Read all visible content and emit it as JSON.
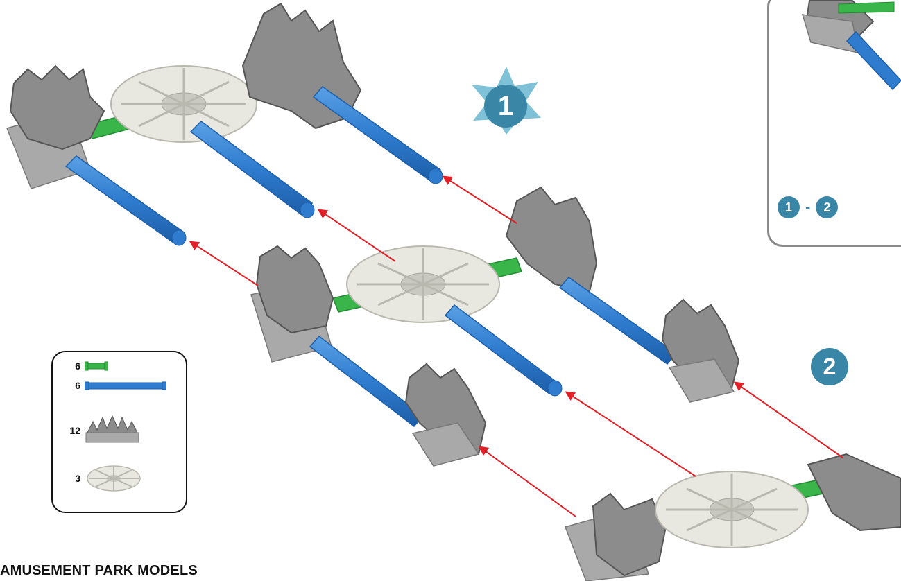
{
  "steps": {
    "first": "1",
    "second": "2"
  },
  "inset": {
    "range_start": "1",
    "range_separator": "-",
    "range_end": "2"
  },
  "parts": [
    {
      "qty": "6",
      "icon": "green-connector-icon"
    },
    {
      "qty": "6",
      "icon": "blue-rod-icon"
    },
    {
      "qty": "12",
      "icon": "gray-edge-connector-icon"
    },
    {
      "qty": "3",
      "icon": "white-wheel-connector-icon"
    }
  ],
  "footer": {
    "title": "AMUSEMENT PARK MODELS"
  },
  "colors": {
    "rod_blue": "#2f7ccf",
    "connector_gray": "#8c8c8c",
    "wheel_white": "#e8e8e1",
    "green": "#39b54a",
    "arrow_red": "#e21e26",
    "badge_teal": "#3a86a6"
  }
}
